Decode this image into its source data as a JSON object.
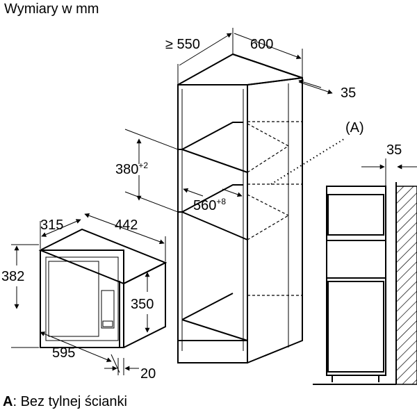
{
  "title": "Wymiary w mm",
  "footer": {
    "key": "A",
    "text": ": Bez tylnej ścianki"
  },
  "dimensions": {
    "cabinet_depth": "≥ 550",
    "cabinet_width": "600",
    "cabinet_gap": "35",
    "niche_height": "380",
    "niche_height_tol": "+2",
    "niche_width": "560",
    "niche_width_tol": "+8",
    "wall_gap": "35",
    "mw_depth": "315",
    "mw_width_top": "442",
    "mw_height": "382",
    "mw_inner_height": "350",
    "mw_width": "595",
    "mw_front": "20"
  },
  "callout": "(A)"
}
